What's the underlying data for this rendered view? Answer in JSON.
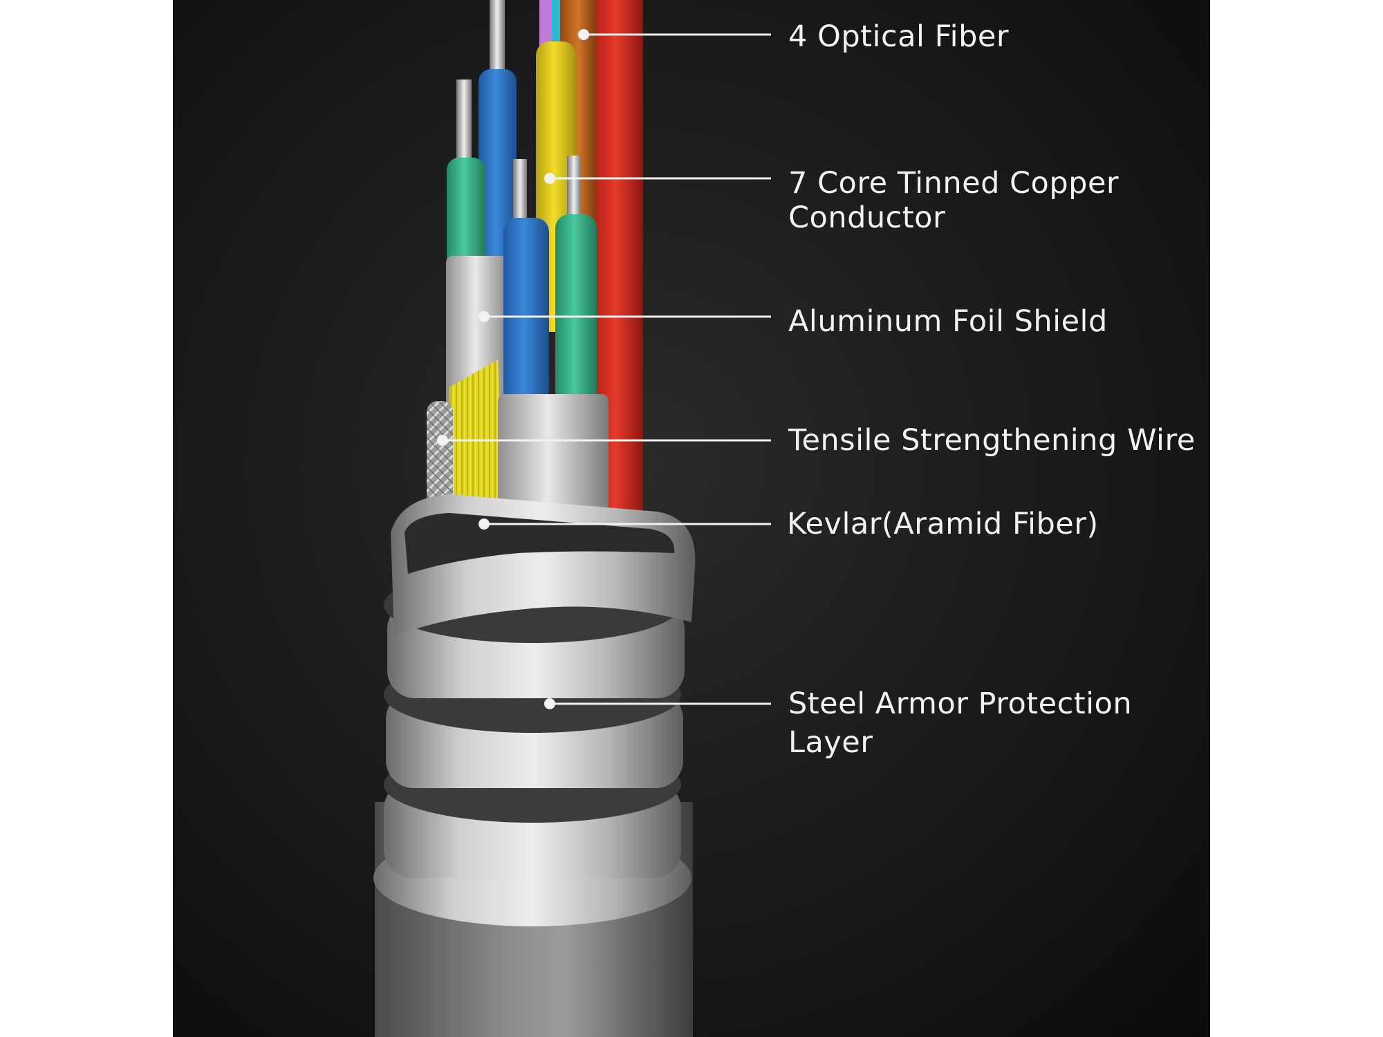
{
  "background": {
    "panel_color": "#111111",
    "outer_color": "#ffffff"
  },
  "callouts": [
    {
      "id": "optical-fiber",
      "lines": [
        "4 Optical Fiber"
      ]
    },
    {
      "id": "tinned-copper",
      "lines": [
        "7 Core Tinned Copper",
        "Conductor"
      ]
    },
    {
      "id": "aluminum-foil",
      "lines": [
        "Aluminum Foil Shield"
      ]
    },
    {
      "id": "tensile-wire",
      "lines": [
        "Tensile Strengthening Wire"
      ]
    },
    {
      "id": "kevlar",
      "lines": [
        "Kevlar(Aramid Fiber)"
      ]
    },
    {
      "id": "steel-armor",
      "lines": [
        "Steel Armor Protection",
        "Layer"
      ]
    }
  ],
  "colors": {
    "fiber_yellow": "#e9d31c",
    "fiber_orange": "#c9671e",
    "fiber_red": "#d7241e",
    "wire_blue": "#2f79c9",
    "wire_green": "#39b98f",
    "copper_silver": "#c9c9c9",
    "kevlar_yellow": "#e6df1a",
    "steel": "#a9a9a9"
  }
}
